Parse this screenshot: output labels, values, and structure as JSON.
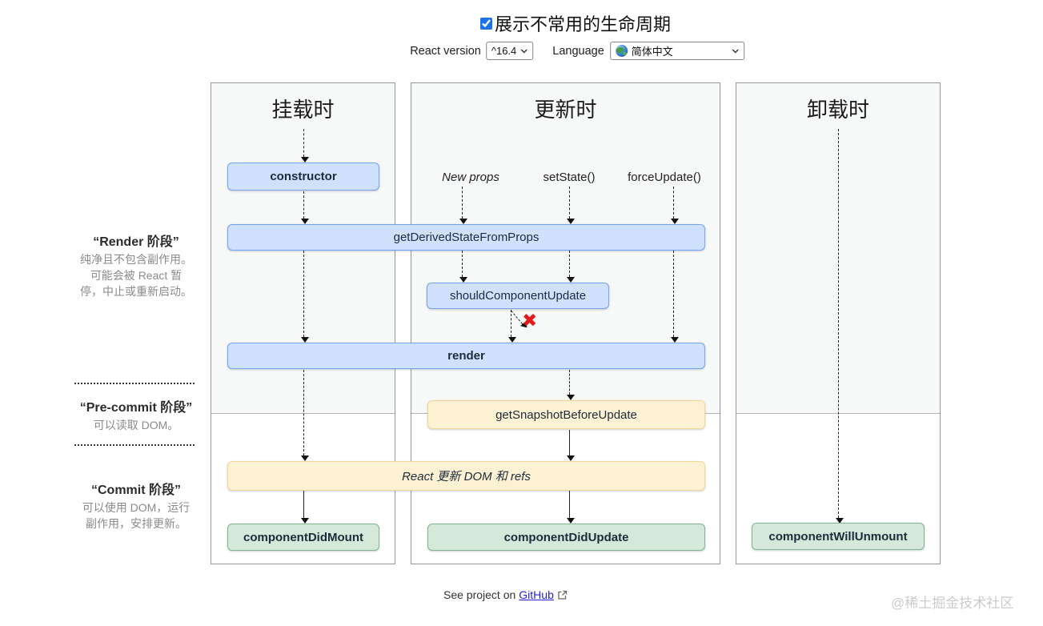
{
  "title": {
    "label": "展示不常用的生命周期",
    "checked": true
  },
  "controls": {
    "react_version_label": "React version",
    "react_version_value": "^16.4",
    "language_label": "Language",
    "language_value": "简体中文"
  },
  "columns": [
    {
      "title": "挂载时"
    },
    {
      "title": "更新时"
    },
    {
      "title": "卸载时"
    }
  ],
  "phases": [
    {
      "name": "“Render 阶段”",
      "lines": [
        "纯净且不包含副作用。",
        "可能会被 React 暂",
        "停，中止或重新启动。"
      ]
    },
    {
      "name": "“Pre-commit 阶段”",
      "lines": [
        "可以读取 DOM。"
      ]
    },
    {
      "name": "“Commit 阶段”",
      "lines": [
        "可以使用 DOM，运行",
        "副作用，安排更新。"
      ]
    }
  ],
  "triggers": [
    "New props",
    "setState()",
    "forceUpdate()"
  ],
  "methods": {
    "constructor": "constructor",
    "getDerivedStateFromProps": "getDerivedStateFromProps",
    "shouldComponentUpdate": "shouldComponentUpdate",
    "render": "render",
    "getSnapshotBeforeUpdate": "getSnapshotBeforeUpdate",
    "reactUpdates": "React 更新 DOM 和 refs",
    "componentDidMount": "componentDidMount",
    "componentDidUpdate": "componentDidUpdate",
    "componentWillUnmount": "componentWillUnmount"
  },
  "no_mark": "✖",
  "footer": {
    "prefix": "See project on",
    "link_label": "GitHub"
  },
  "watermark": "@稀土掘金技术社区",
  "colors": {
    "box_blue": "#cfe1fd",
    "box_blue_border": "#74a3f1",
    "box_orange": "#fdf1d3",
    "box_orange_border": "#f2d694",
    "box_green": "#d5e8da",
    "box_green_border": "#80b591",
    "checkbox_accent": "#1a73e8",
    "no_mark_red": "#e01b1b",
    "link_blue": "#2222dd"
  }
}
